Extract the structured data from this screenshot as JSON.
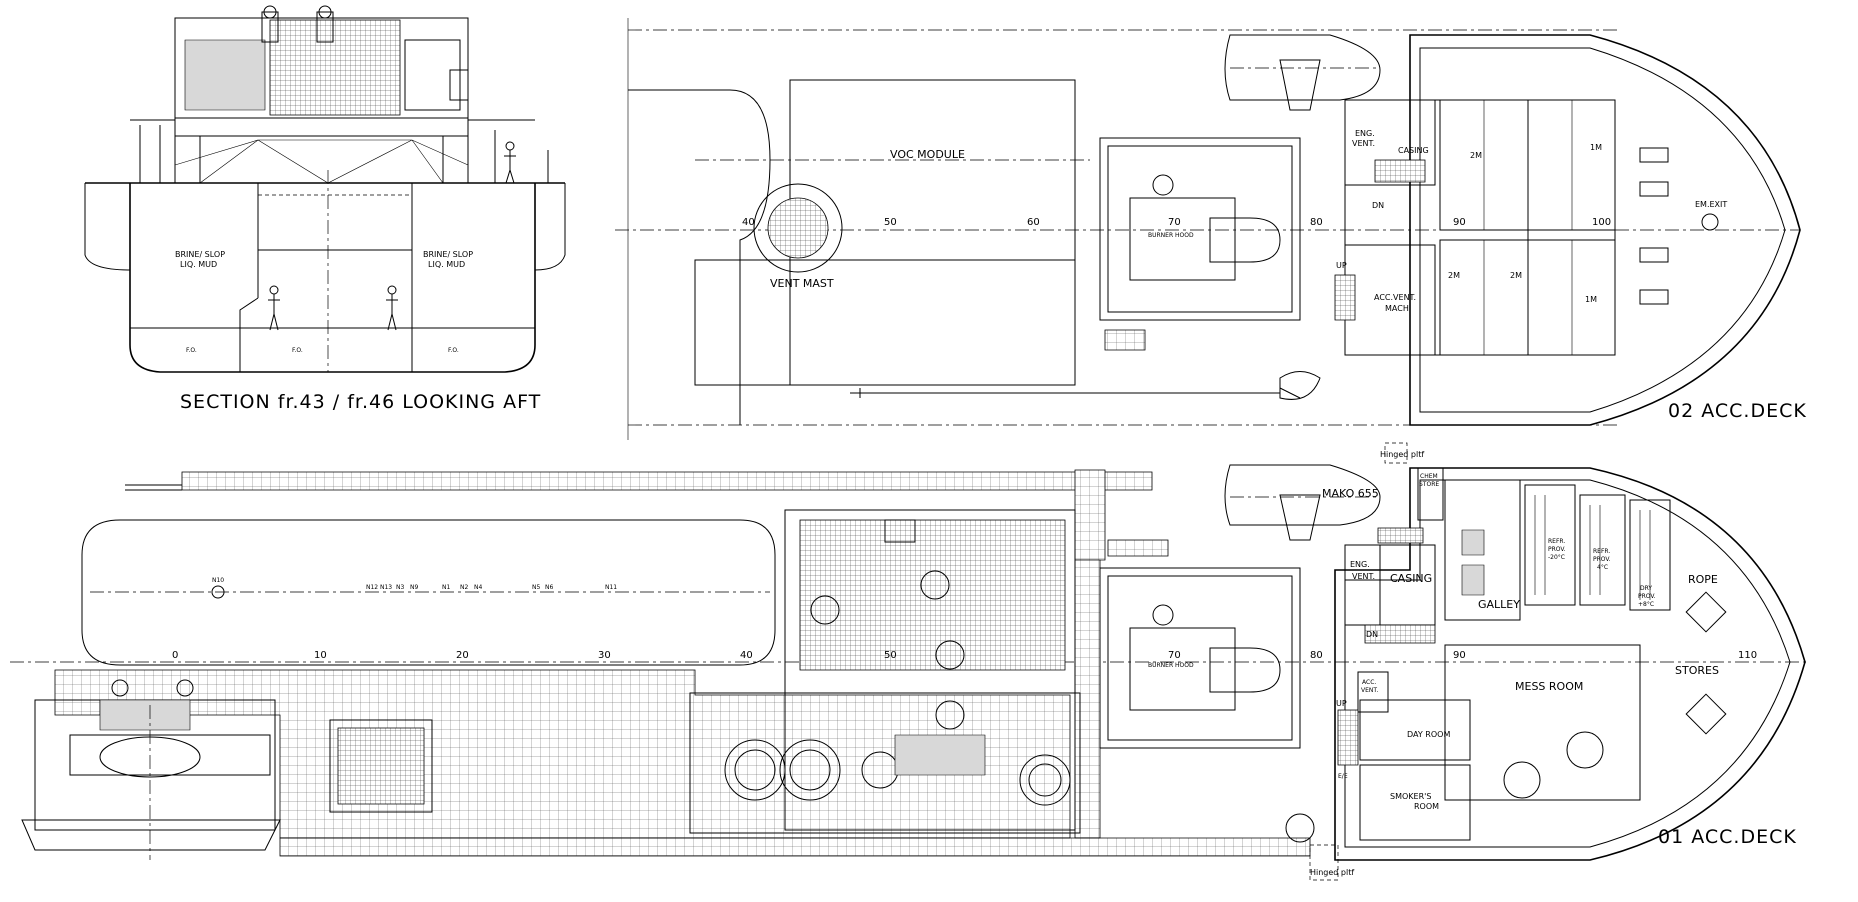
{
  "section_view": {
    "title": "SECTION fr.43 / fr.46 LOOKING AFT",
    "tank_left": [
      "BRINE/ SLOP",
      "LIQ. MUD"
    ],
    "tank_right": [
      "BRINE/ SLOP",
      "LIQ. MUD"
    ],
    "fo_labels": [
      "F.O.",
      "F.O.",
      "F.O."
    ]
  },
  "deck_02": {
    "title": "02 ACC.DECK",
    "labels": {
      "voc_module": "VOC MODULE",
      "vent_mast": "VENT MAST",
      "burner_hood": "BURNER HOOD",
      "eng_vent": [
        "ENG.",
        "VENT."
      ],
      "casing": "CASING",
      "acc_vent": [
        "ACC.VENT.",
        "MACH."
      ],
      "em_exit": "EM.EXIT",
      "cabins": [
        "2M",
        "1M",
        "2M",
        "2M",
        "1M"
      ],
      "dn": "DN",
      "up": "UP"
    },
    "frames": [
      "40",
      "50",
      "60",
      "70",
      "80",
      "90",
      "100"
    ]
  },
  "deck_01": {
    "title": "01 ACC.DECK",
    "labels": {
      "hinged_top": "Hinged pltf",
      "hinged_bottom": "Hinged pltf",
      "mako": "MAKO 655",
      "chem_store": [
        "CHEM",
        "STORE"
      ],
      "eng_vent": [
        "ENG.",
        "VENT."
      ],
      "casing": "CASING",
      "galley": "GALLEY",
      "refr_20": [
        "REFR.",
        "PROV.",
        "-20°C"
      ],
      "refr_4": [
        "REFR.",
        "PROV.",
        "4°C"
      ],
      "dry_prov": [
        "DRY",
        "PROV.",
        "+8°C"
      ],
      "rope": "ROPE",
      "stores": "STORES",
      "mess_room": "MESS ROOM",
      "day_room": "DAY ROOM",
      "smokers_room": [
        "SMOKER'S",
        "ROOM"
      ],
      "acc_vent": [
        "ACC.",
        "VENT."
      ],
      "burner_hood": "BURNER HOOD",
      "ev": "E/E",
      "up": "UP",
      "dn": "DN"
    },
    "frames": [
      "0",
      "10",
      "20",
      "30",
      "40",
      "50",
      "70",
      "80",
      "90",
      "110"
    ],
    "nozzles": [
      "N10",
      "N12",
      "N13",
      "N3",
      "N9",
      "N1",
      "N2",
      "N4",
      "N5",
      "N6",
      "N11"
    ]
  }
}
